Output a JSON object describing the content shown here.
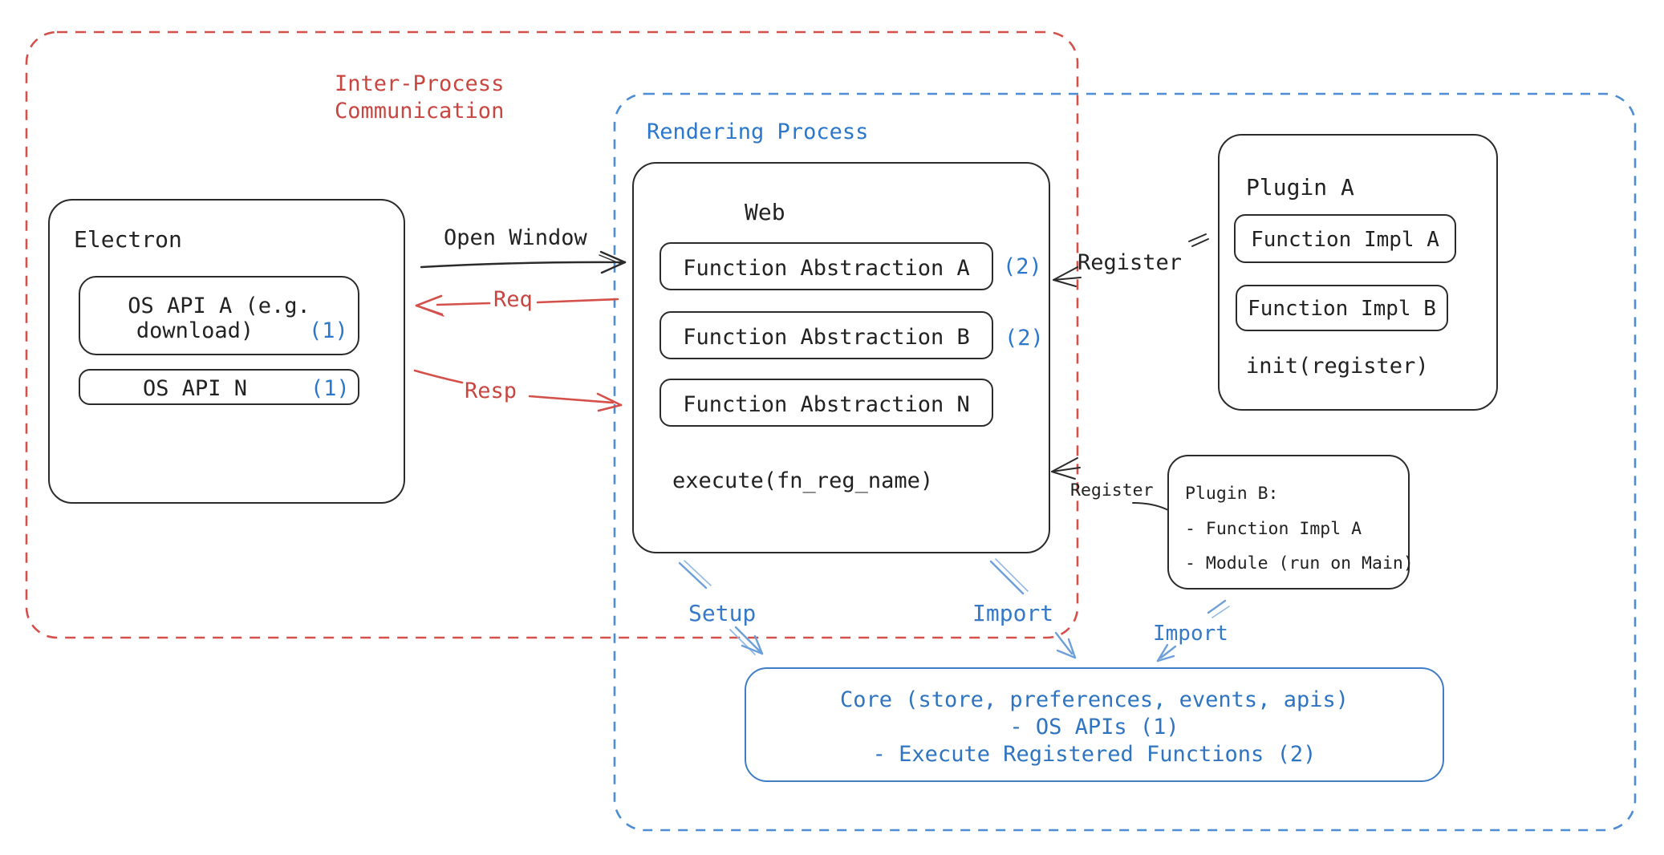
{
  "ipc": {
    "line1": "Inter-Process",
    "line2": "Communication"
  },
  "rendering": {
    "label": "Rendering Process"
  },
  "electron": {
    "title": "Electron",
    "api_a_line1": "OS API A (e.g.",
    "api_a_line2": "download)",
    "api_a_badge": "(1)",
    "api_n_label": "OS API N",
    "api_n_badge": "(1)"
  },
  "flow": {
    "open_window": "Open Window",
    "req": "Req",
    "resp": "Resp",
    "register_a": "Register",
    "register_b": "Register",
    "setup": "Setup",
    "import_web": "Import",
    "import_plugin": "Import"
  },
  "web": {
    "title": "Web",
    "abstraction_a": "Function Abstraction A",
    "abstraction_a_badge": "(2)",
    "abstraction_b": "Function Abstraction B",
    "abstraction_b_badge": "(2)",
    "abstraction_n": "Function Abstraction N",
    "execute_label": "execute(fn_reg_name)"
  },
  "plugin_a": {
    "title": "Plugin A",
    "impl_a": "Function Impl A",
    "impl_b": "Function Impl B",
    "init_label": "init(register)"
  },
  "plugin_b": {
    "title": "Plugin B:",
    "items": [
      "- Function Impl A",
      "- Module (run on Main)"
    ]
  },
  "core": {
    "line1": "Core (store, preferences, events, apis)",
    "line2": "- OS APIs (1)",
    "line3": "- Execute Registered Functions (2)"
  },
  "colors": {
    "stroke_black": "#2b2b2b",
    "text_black": "#222222",
    "red_text": "#c94540",
    "red_dash": "#d4504a",
    "blue_text": "#2b77cb",
    "blue_dash": "#4d8dd4",
    "core_border": "#3f7dc6",
    "core_text": "#2e74c0",
    "light_arrow_blue": "#6d9fd9"
  }
}
